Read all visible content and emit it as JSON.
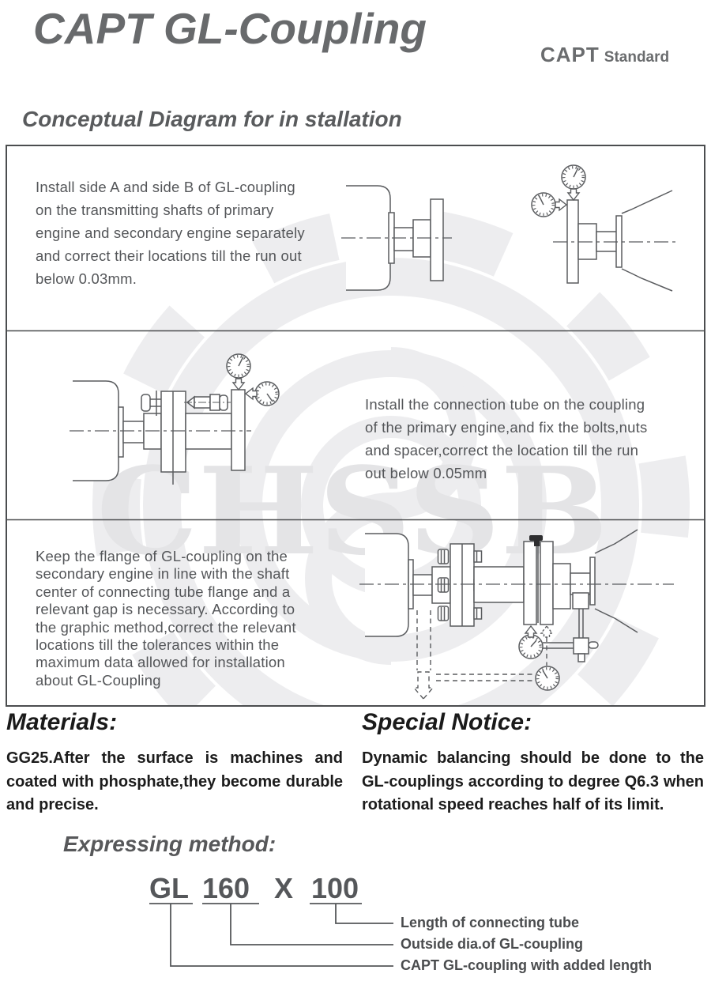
{
  "header": {
    "title": "CAPT GL-Coupling",
    "brand": "CAPT",
    "brand_suffix": "Standard"
  },
  "watermark": {
    "text": "CHSSB"
  },
  "concept": {
    "title": "Conceptual Diagram for in stallation",
    "steps": [
      {
        "text": "Install side A and side B of GL-coupling\non the transmitting shafts of primary\nengine and secondary engine separately\nand correct their locations till the run out\nbelow 0.03mm."
      },
      {
        "text": "Install the connection tube on the coupling\nof the primary engine,and fix the bolts,nuts\nand spacer,correct the location till the run\nout below 0.05mm"
      },
      {
        "text": "Keep the flange of GL-coupling on the\nsecondary engine in line with the shaft\ncenter of connecting tube flange and a\nrelevant gap is necessary. According to\nthe graphic method,correct the relevant\nlocations till the tolerances within the\nmaximum data allowed for installation\nabout GL-Coupling"
      }
    ]
  },
  "materials": {
    "title": "Materials:",
    "lines": [
      "GG25.After the surface is machines and",
      "coated with phosphate,they become durable",
      "and precise."
    ]
  },
  "notice": {
    "title": "Special Notice:",
    "lines": [
      "Dynamic balancing should be done to the",
      "GL-couplings according to degree Q6.3 when",
      "rotational speed reaches half of its limit."
    ]
  },
  "expressing": {
    "title": "Expressing method:",
    "code": {
      "prefix": "GL",
      "size": "160",
      "sep": "X",
      "length": "100"
    },
    "labels": [
      "Length of connecting tube",
      "Outside dia.of GL-coupling",
      "CAPT GL-coupling with added length"
    ]
  }
}
